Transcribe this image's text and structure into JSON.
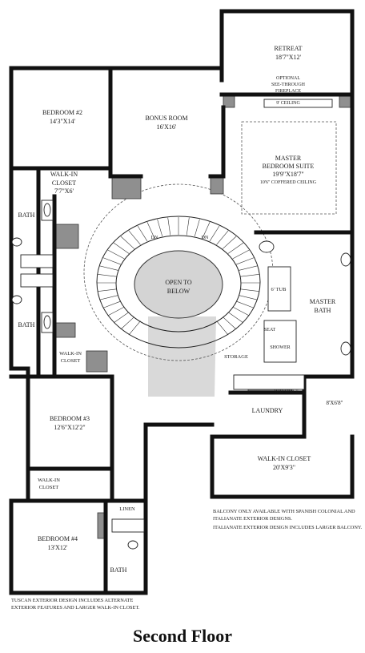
{
  "title": "Second Floor",
  "rooms": {
    "retreat": {
      "name": "RETREAT",
      "size": "18'7\"X12'"
    },
    "fireplace": {
      "line1": "OPTIONAL",
      "line2": "SEE-THROUGH",
      "line3": "FIREPLACE"
    },
    "ceiling9": "9' CEILING",
    "master_suite": {
      "line1": "MASTER",
      "line2": "BEDROOM SUITE",
      "size": "19'9\"X18'7\"",
      "note": "10'6\" COFFERED CEILING"
    },
    "bedroom2": {
      "name": "BEDROOM #2",
      "size": "14'3\"X14'"
    },
    "bonus": {
      "name": "BONUS ROOM",
      "size": "16'X16'"
    },
    "walkin1": {
      "line1": "WALK-IN",
      "line2": "CLOSET",
      "size": "7'7\"X6'"
    },
    "bath1": "BATH",
    "bath2": "BATH",
    "walkin2": {
      "line1": "WALK-IN",
      "line2": "CLOSET"
    },
    "dn_left": "DN",
    "dn_right": "DN",
    "open_below": {
      "line1": "OPEN TO",
      "line2": "BELOW"
    },
    "tub": "6' TUB",
    "master_bath": {
      "line1": "MASTER",
      "line2": "BATH"
    },
    "seat": "SEAT",
    "shower": "SHOWER",
    "storage": "STORAGE",
    "wd_space": "W/D SPACE",
    "laundry": {
      "name": "LAUNDRY",
      "size": "8'X6'8\""
    },
    "bedroom3": {
      "name": "BEDROOM #3",
      "size": "12'6\"X12'2\""
    },
    "walkin_closet_master": {
      "name": "WALK-IN CLOSET",
      "size": "20'X9'3\""
    },
    "walkin3": {
      "line1": "WALK-IN",
      "line2": "CLOSET"
    },
    "linen": "LINEN",
    "bedroom4": {
      "name": "BEDROOM #4",
      "size": "13'X12'"
    },
    "bath3": "BATH"
  },
  "notes": {
    "balcony_line1": "BALCONY ONLY AVAILABLE WITH SPANISH COLONIAL AND",
    "balcony_line2": "ITALIANATE EXTERIOR DESIGNS.",
    "balcony_line3": "ITALIANATE EXTERIOR DESIGN INCLUDES LARGER BALCONY.",
    "tuscan_line1": "TUSCAN EXTERIOR DESIGN INCLUDES ALTERNATE",
    "tuscan_line2": "EXTERIOR FEATURES AND LARGER WALK-IN CLOSET."
  }
}
